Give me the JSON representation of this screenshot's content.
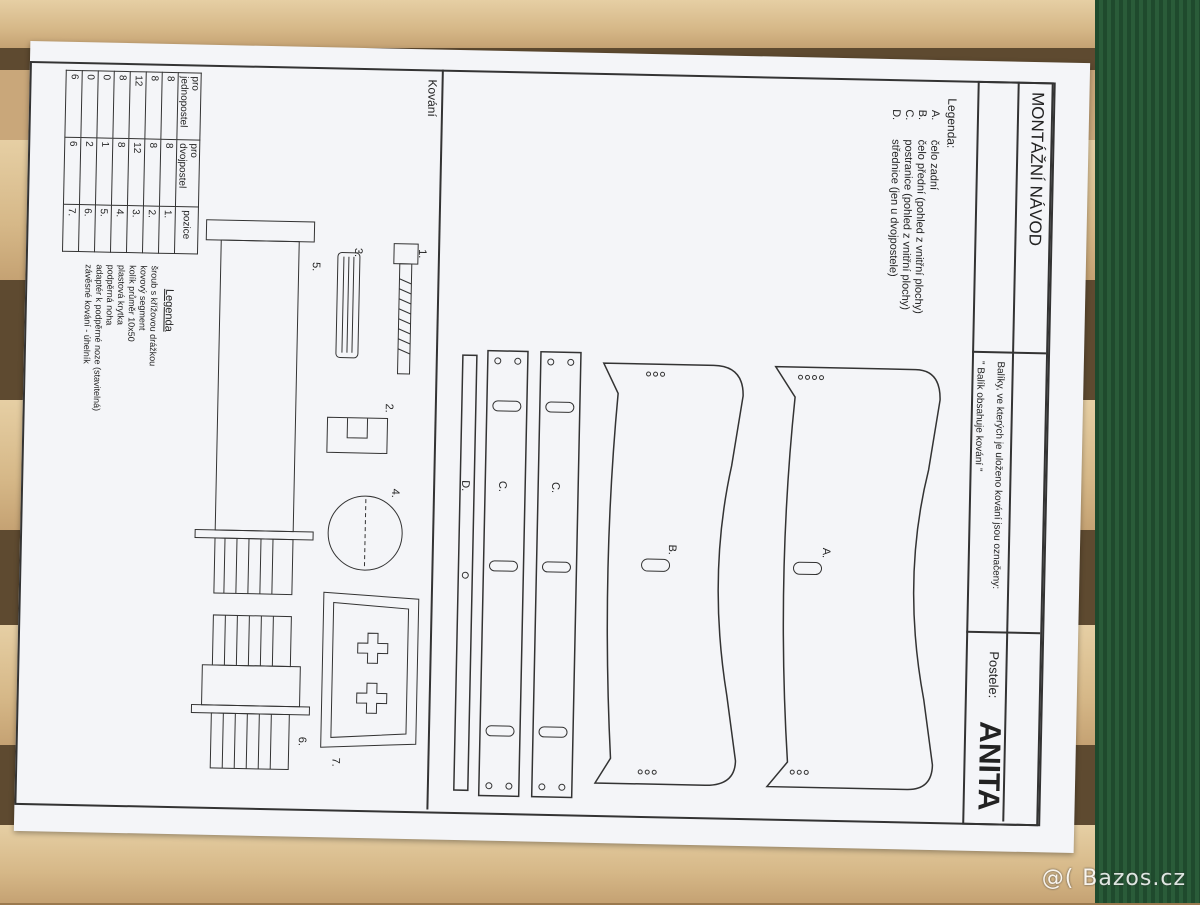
{
  "sheet": {
    "title": "MONTÁŽNÍ NÁVOD",
    "product_label": "Postele:",
    "product_name": "ANITA",
    "note_line1": "Balíky, ve kterých je uloženo kování jsou označeny:",
    "note_line2": "\" Balík obsahuje kování \"",
    "legend_title": "Legenda:",
    "legend": [
      {
        "key": "A.",
        "text": "čelo zadní"
      },
      {
        "key": "B.",
        "text": "čelo přední (pohled z vnitřní plochy)"
      },
      {
        "key": "C.",
        "text": "postranice (pohled z vnitřní plochy)"
      },
      {
        "key": "D.",
        "text": "střednice (jen u dvojpostele)"
      }
    ],
    "parts": [
      "A.",
      "B.",
      "C.",
      "C.",
      "D."
    ],
    "hardware_title": "Kování",
    "hardware_numbers": [
      "1.",
      "2.",
      "3.",
      "4.",
      "5.",
      "6.",
      "7."
    ],
    "table": {
      "headers": [
        "pro jednopostel",
        "pro dvojpostel",
        "pozice"
      ],
      "rows": [
        [
          "8",
          "8",
          "1."
        ],
        [
          "8",
          "8",
          "2."
        ],
        [
          "12",
          "12",
          "3."
        ],
        [
          "8",
          "8",
          "4."
        ],
        [
          "0",
          "1",
          "5."
        ],
        [
          "0",
          "2",
          "6."
        ],
        [
          "6",
          "6",
          "7."
        ]
      ]
    },
    "table_legend_title": "Legenda",
    "table_legend": [
      "šroub s křížovou drážkou",
      "kovový segment",
      "kolík průměr 10x50",
      "plastová krytka",
      "podpěrná noha",
      "adaptér k podpěrné noze (stavitelná)",
      "závěsné kování - úhelník"
    ]
  },
  "watermark": "@( Bazos.cz"
}
